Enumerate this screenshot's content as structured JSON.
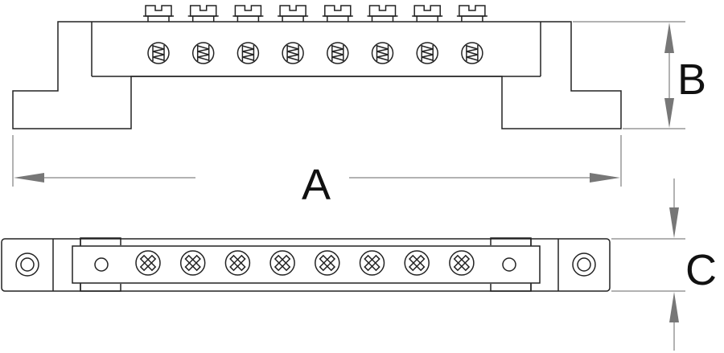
{
  "labels": {
    "a": "A",
    "b": "B",
    "c": "C"
  },
  "terminal_count": 8,
  "icons": {
    "side_screw": "slotted-screw-icon",
    "top_screw": "cross-head-screw-icon",
    "mount_hole": "mounting-hole-icon"
  },
  "colors": {
    "line": "#222222",
    "dimension_line": "#666666",
    "arrow": "#777777",
    "background": "#ffffff"
  }
}
